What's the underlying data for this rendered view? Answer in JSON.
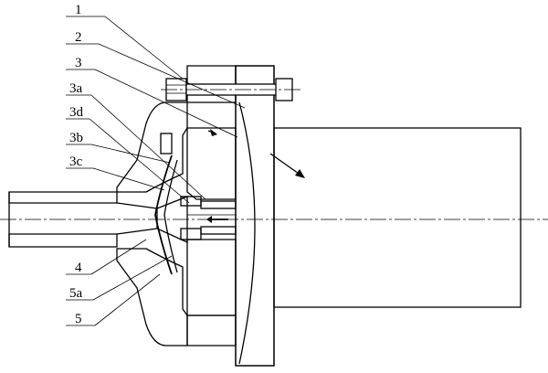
{
  "labels": {
    "l1": "1",
    "l2": "2",
    "l3": "3",
    "l3a": "3a",
    "l3d": "3d",
    "l3b": "3b",
    "l3c": "3c",
    "l4": "4",
    "l5a": "5a",
    "l5": "5"
  }
}
